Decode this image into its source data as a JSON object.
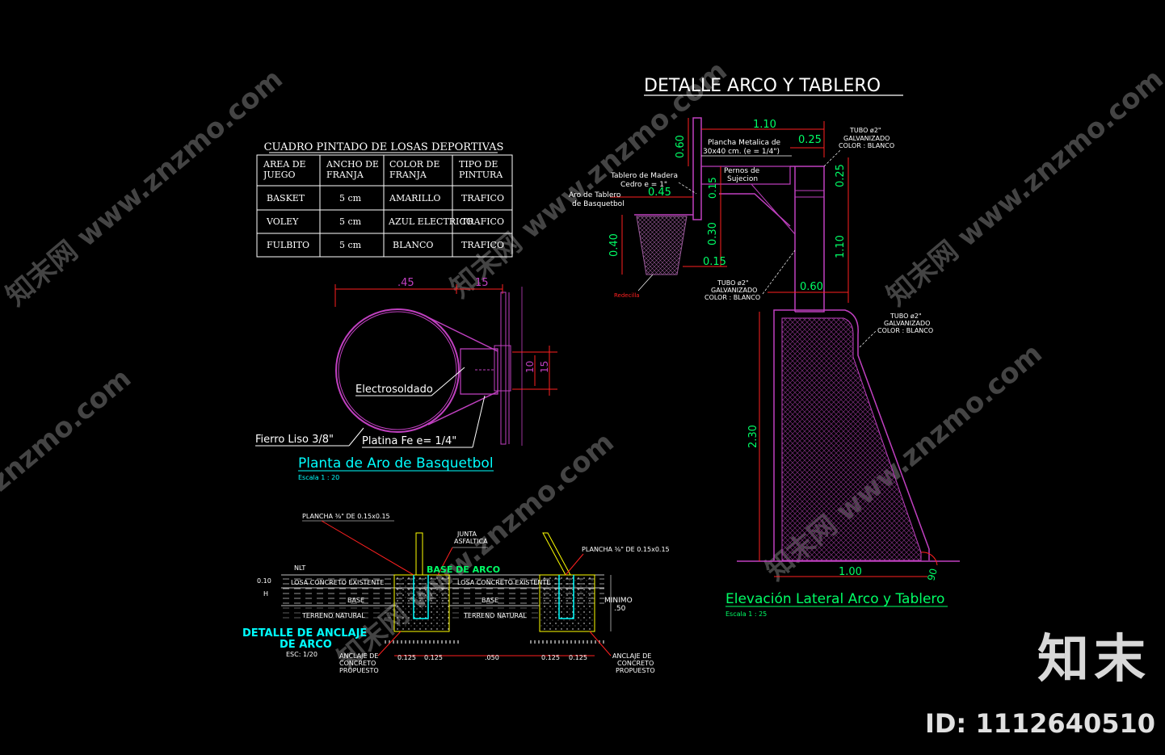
{
  "title": "DETALLE ARCO Y TABLERO",
  "table": {
    "title": "CUADRO PINTADO DE  LOSAS DEPORTIVAS",
    "headers": [
      "AREA DE JUEGO",
      "ANCHO DE FRANJA",
      "COLOR  DE FRANJA",
      "TIPO DE PINTURA"
    ],
    "rows": [
      [
        "BASKET",
        "5 cm",
        "AMARILLO",
        "TRAFICO"
      ],
      [
        "VOLEY",
        "5 cm",
        "AZUL ELECTRICO",
        "TRAFICO"
      ],
      [
        "FULBITO",
        "5 cm",
        "BLANCO",
        "TRAFICO"
      ]
    ]
  },
  "plan": {
    "dim_a": ".45",
    "dim_b": "15",
    "dim_c": "10",
    "dim_d": "15",
    "label_weld": "Electrosoldado",
    "label_bar": "Fierro Liso  3/8\"",
    "label_plate": "Platina Fe  e= 1/4\"",
    "title": "Planta de Aro de Basquetbol",
    "scale": "Escala 1 : 20"
  },
  "elevation": {
    "dim_110": "1.10",
    "dim_025_top": "0.25",
    "dim_060": "0.60",
    "dim_025_side": "0.25",
    "dim_045": "0.45",
    "dim_040": "0.40",
    "dim_030": "0.30",
    "dim_015a": "0.15",
    "dim_015b": "0.15",
    "dim_110_side": "1.10",
    "dim_060b": "0.60",
    "dim_230": "2.30",
    "dim_100": "1.00",
    "dim_90": "90",
    "plancha_1": "Plancha Metalica de",
    "plancha_2": "30x40 cm. (e = 1/4\")",
    "pernos_1": "Pernos de",
    "pernos_2": "Sujecion",
    "tablero_1": "Tablero de Madera",
    "tablero_2": "Cedro e = 1\"",
    "aro_1": "Aro de Tablero",
    "aro_2": "de Basquetbol",
    "redecilla": "Redecilla",
    "tubo_a_1": "TUBO ø2\"",
    "tubo_a_2": "GALVANIZADO",
    "tubo_a_3": "COLOR : BLANCO",
    "tubo_b_1": "TUBO ø2\"",
    "tubo_b_2": "GALVANIZADO",
    "tubo_b_3": "COLOR : BLANCO",
    "tubo_c_1": "TUBO ø2\"",
    "tubo_c_2": "GALVANIZADO",
    "tubo_c_3": "COLOR : BLANCO",
    "title": "Elevación Lateral Arco y Tablero",
    "scale": "Escala 1 : 25"
  },
  "anclaje": {
    "plancha_left": "PLANCHA ⅜\" DE 0.15x0.15",
    "plancha_right": "PLANCHA ⅜\" DE 0.15x0.15",
    "junta_1": "JUNTA",
    "junta_2": "ASFALTICA",
    "base_arco": "BASE  DE  ARCO",
    "nlt": "NLT",
    "dim_010": "0.10",
    "dim_h": "H",
    "losa_1": "LOSA  CONCRETO  EXISTENTE",
    "losa_2": "LOSA  CONCRETO  EXISTENTE",
    "base_1": "BASE",
    "base_2": "BASE",
    "terreno_1": "TERRENO  NATURAL",
    "terreno_2": "TERRENO  NATURAL",
    "minimo": "MINIMO",
    "minimo_val": ".50",
    "title_1": "DETALLE DE ANCLAJE",
    "title_2": "DE ARCO",
    "scale": "ESC: 1/20",
    "anclaje_left_1": "ANCLAJE  DE",
    "anclaje_left_2": "CONCRETO",
    "anclaje_left_3": "PROPUESTO",
    "anclaje_right_1": "ANCLAJE  DE",
    "anclaje_right_2": "CONCRETO",
    "anclaje_right_3": "PROPUESTO",
    "d1": "0.125",
    "d2": "0.125",
    "d3": ".050",
    "d4": "0.125",
    "d5": "0.125"
  },
  "watermarks": {
    "text": "知末网 www.znzmo.com",
    "short": "znzmo.com"
  },
  "brand": {
    "logo": "知末",
    "id": "ID: 1112640510"
  },
  "colors": {
    "magenta": "#c040c0",
    "cyan": "#00ffff",
    "green": "#00ff66",
    "red": "#ff2020",
    "yellow": "#ffff00",
    "white": "#ffffff"
  }
}
